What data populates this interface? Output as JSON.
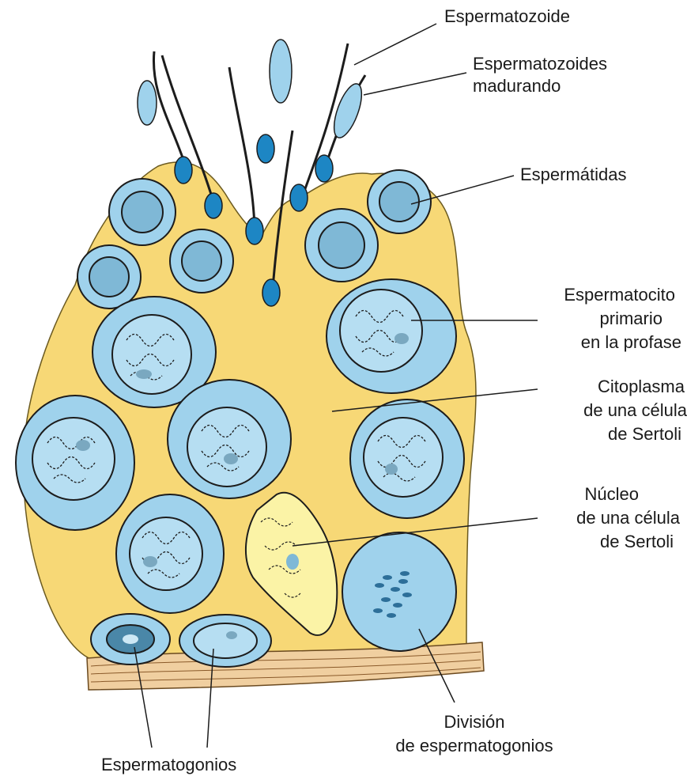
{
  "diagram": {
    "colors": {
      "cytoplasm": "#f7d876",
      "cell": "#9fd2ec",
      "cell_stroke": "#1c1c1c",
      "nucleus_dark": "#3d7fa3",
      "sertoli_nucleus": "#fbf3a6",
      "basement": "#f0cfa0"
    },
    "labels": {
      "espermatozoide": "Espermatozoide",
      "maduran_l1": "Espermatozoides",
      "maduran_l2": "madurando",
      "espermatidas": "Espermátidas",
      "esp1_l1": "Espermatocito",
      "esp1_l2": "primario",
      "esp1_l3": "en la profase",
      "cito_l1": "Citoplasma",
      "cito_l2": "de una célula",
      "cito_l3": "de Sertoli",
      "nuc_l1": "Núcleo",
      "nuc_l2": "de una célula",
      "nuc_l3": "de Sertoli",
      "div_l1": "División",
      "div_l2": "de espermatogonios",
      "espermatogonios": "Espermatogonios"
    }
  }
}
